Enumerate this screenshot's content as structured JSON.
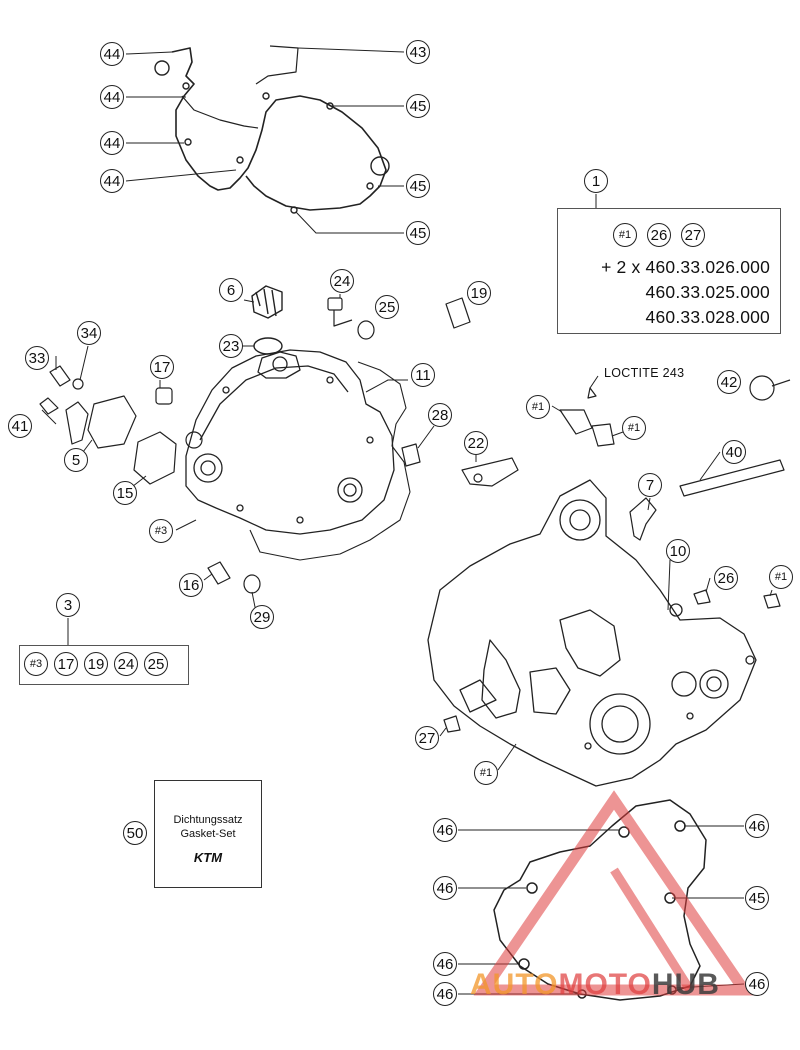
{
  "kit_1": {
    "number": "1",
    "items": [
      "#1",
      "26",
      "27"
    ],
    "line_1": "+ 2 x 460.33.026.000",
    "line_2": "460.33.025.000",
    "line_3": "460.33.028.000"
  },
  "kit_3": {
    "number": "3",
    "items": [
      "#3",
      "17",
      "19",
      "24",
      "25"
    ]
  },
  "loctite": "LOCTITE 243",
  "gasket_set": {
    "number": "50",
    "line_1": "Dichtungssatz",
    "line_2": "Gasket-Set",
    "brand": "KTM"
  },
  "watermark": {
    "part_a": "AUTO",
    "part_b": "MOTO",
    "part_c": "HUB",
    "colors": {
      "a": "#f29628",
      "b": "#de3c3c",
      "c": "#3c3c3c"
    }
  },
  "callouts": [
    "44",
    "44",
    "44",
    "44",
    "43",
    "45",
    "45",
    "45",
    "6",
    "24",
    "25",
    "19",
    "23",
    "34",
    "33",
    "17",
    "11",
    "5",
    "41",
    "15",
    "28",
    "22",
    "#3",
    "16",
    "29",
    "42",
    "#1",
    "#1",
    "40",
    "7",
    "10",
    "26",
    "#1",
    "27",
    "#1",
    "46",
    "46",
    "46",
    "46",
    "46",
    "46",
    "45"
  ]
}
